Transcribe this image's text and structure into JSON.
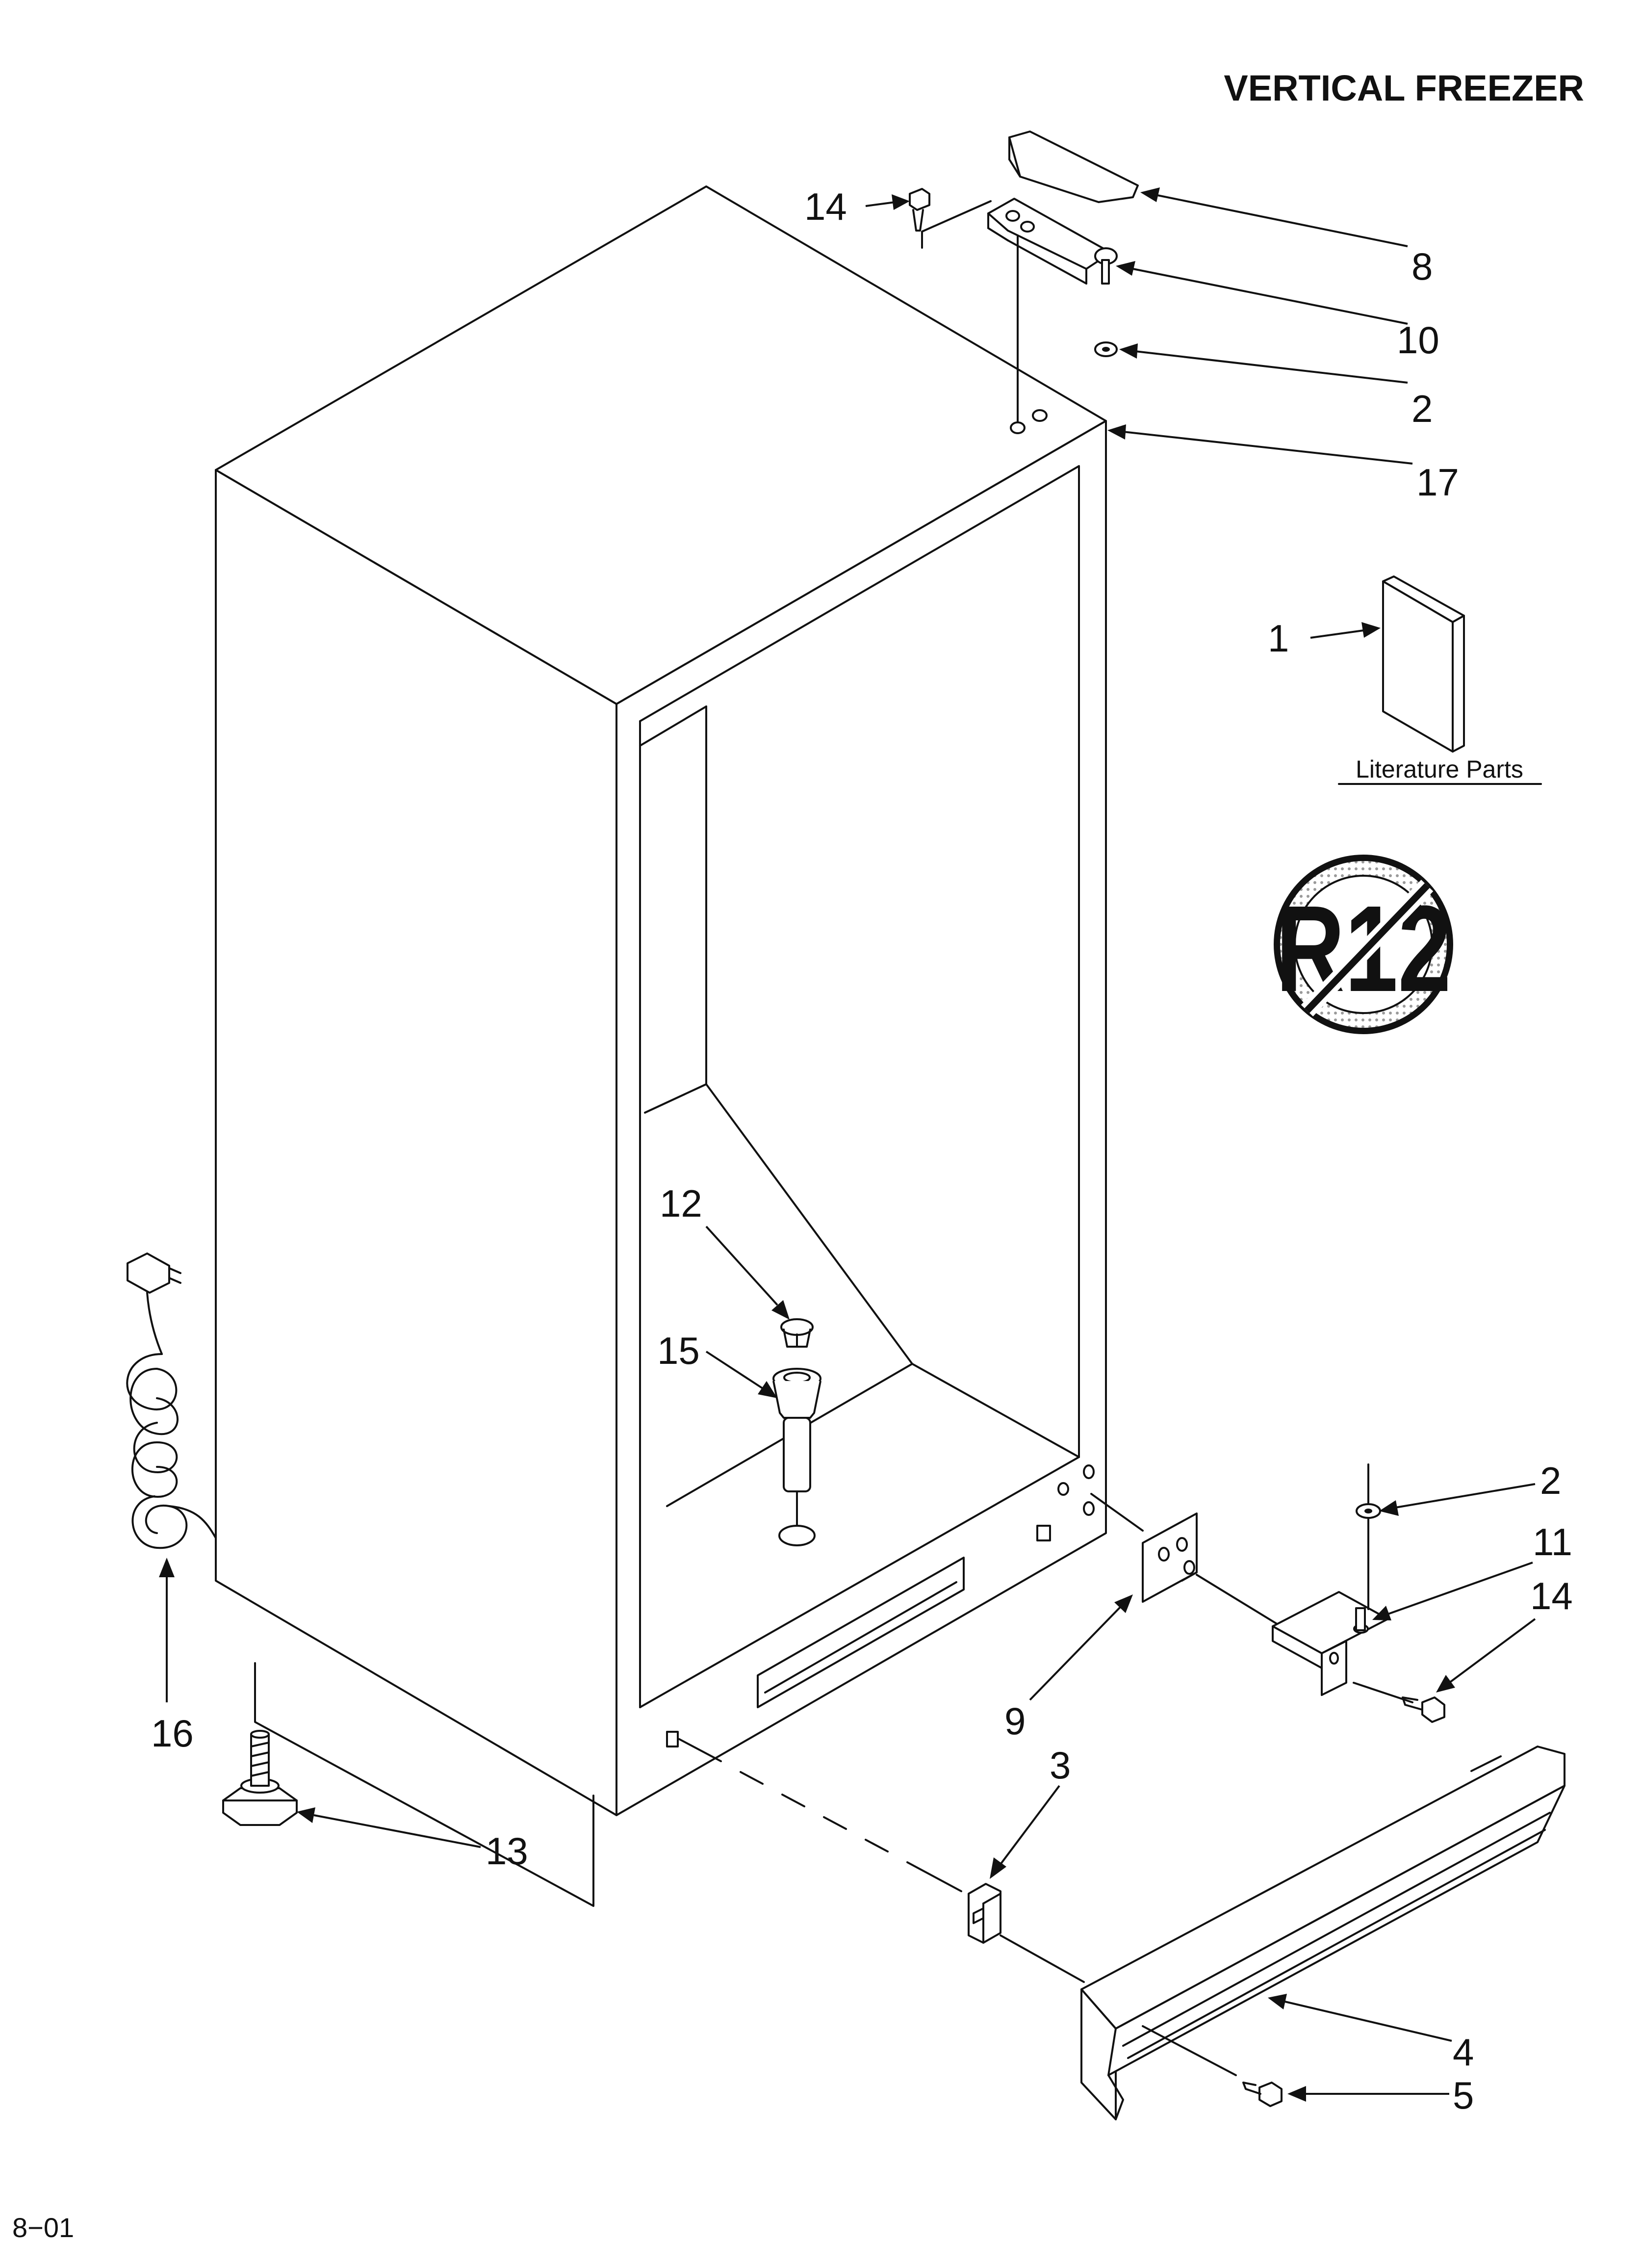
{
  "title": "VERTICAL FREEZER",
  "footer": "8−01",
  "literature_caption": "Literature Parts",
  "callouts": {
    "c14_top": "14",
    "c8": "8",
    "c10": "10",
    "c2_top": "2",
    "c17": "17",
    "c1": "1",
    "c12": "12",
    "c15": "15",
    "c2_right": "2",
    "c11": "11",
    "c14_right": "14",
    "c9": "9",
    "c3": "3",
    "c16": "16",
    "c13": "13",
    "c4": "4",
    "c5": "5"
  },
  "badge": {
    "text": "R12",
    "icon": "no-r12-refrigerant-icon"
  },
  "colors": {
    "line": "#111111",
    "background": "#ffffff",
    "dot_fill": "#9a9a9a"
  }
}
